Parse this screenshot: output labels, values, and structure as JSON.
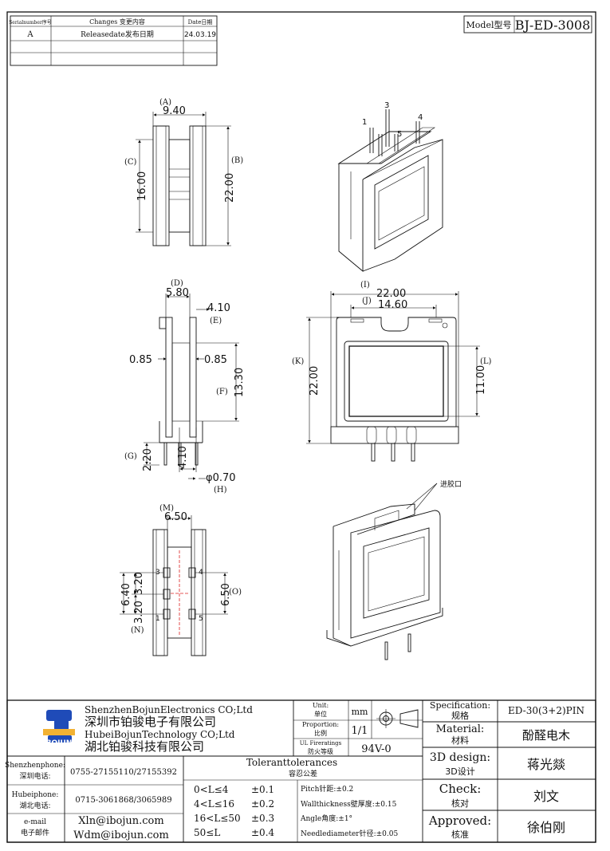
{
  "revision_table": {
    "headers": [
      "Serialnumber序号",
      "Changes 变更内容",
      "Date日期"
    ],
    "rows": [
      [
        "A",
        "Releasedate发布日期",
        "24.03.19"
      ]
    ]
  },
  "model": {
    "label": "Model型号",
    "value": "BJ-ED-3008"
  },
  "views": {
    "top": {
      "A": "(A)",
      "A_val": "9.40",
      "B": "(B)",
      "B_val": "22.00",
      "C": "(C)",
      "C_val": "16.00",
      "pins": [
        "1",
        "3",
        "4",
        "5"
      ]
    },
    "side": {
      "D": "(D)",
      "D_val": "5.80",
      "E": "(E)",
      "E_val": "4.10",
      "w1": "0.85",
      "w2": "0.85",
      "F": "(F)",
      "F_val": "13.30",
      "G": "(G)",
      "G_val": "2.20",
      "p_val": "4.10",
      "H": "(H)",
      "H_val": "φ0.70"
    },
    "front": {
      "I": "(I)",
      "I_val": "22.00",
      "J": "(J)",
      "J_val": "14.60",
      "K": "(K)",
      "K_val": "22.00",
      "L": "(L)",
      "L_val": "11.00"
    },
    "bottom": {
      "M": "(M)",
      "M_val": "6.50",
      "N": "(N)",
      "n1": "6.40",
      "n2": "3.20",
      "n3": "3.20",
      "O": "(O)",
      "O_val": "6.50",
      "pins": [
        "3",
        "4",
        "1",
        "5"
      ]
    },
    "iso2": {
      "gate": "进胶口"
    }
  },
  "company": {
    "en1": "ShenzhenBojunElectronics CO;Ltd",
    "cn1": "深圳市铂骏电子有限公司",
    "en2": "HubeiBojunTechnology CO;Ltd",
    "cn2": "湖北铂骏科技有限公司",
    "logo_text": "BOJUN"
  },
  "contacts": [
    {
      "label_en": "Shenzhenphone:",
      "label_cn": "深圳电话:",
      "value": "0755-27155110/27155392"
    },
    {
      "label_en": "Hubeiphone:",
      "label_cn": "湖北电话:",
      "value": "0715-3061868/3065989"
    },
    {
      "label_en": "e-mail",
      "label_cn": "电子邮件",
      "value": "Xln@ibojun.com",
      "value2": "Wdm@ibojun.com"
    }
  ],
  "unit": {
    "label_en": "Unit:",
    "label_cn": "单位",
    "value": "mm"
  },
  "proportion": {
    "label_en": "Proportion:",
    "label_cn": "比例",
    "value": "1/1"
  },
  "ul": {
    "label_en": "UL Fireratings",
    "label_cn": "防火等级",
    "value": "94V-0"
  },
  "tolerance": {
    "title_en": "Toleranttolerances",
    "title_cn": "容忍公差",
    "rows": [
      [
        "0<L≤4",
        "±0.1"
      ],
      [
        "4<L≤16",
        "±0.2"
      ],
      [
        "16<L≤50",
        "±0.3"
      ],
      [
        "50≤L",
        "±0.4"
      ]
    ],
    "notes": [
      "Pitch针距:±0.2",
      "Wallthickness壁厚度:±0.15",
      "Angle角度:±1°",
      "Needlediameter针径:±0.05"
    ]
  },
  "spec": {
    "label_en": "Specification:",
    "label_cn": "规格",
    "value": "ED-30(3+2)PIN"
  },
  "material": {
    "label_en": "Material:",
    "label_cn": "材料",
    "value": "酚醛电木"
  },
  "design": {
    "label_en": "3D design:",
    "label_cn": "3D设计",
    "value": "蒋光燚"
  },
  "check": {
    "label_en": "Check:",
    "label_cn": "核对",
    "value": "刘文"
  },
  "approved": {
    "label_en": "Approved:",
    "label_cn": "核准",
    "value": "徐伯刚"
  },
  "colors": {
    "logo_blue": "#1f4bb8",
    "logo_band": "#f2b233",
    "dim_red": "#dd2222"
  }
}
